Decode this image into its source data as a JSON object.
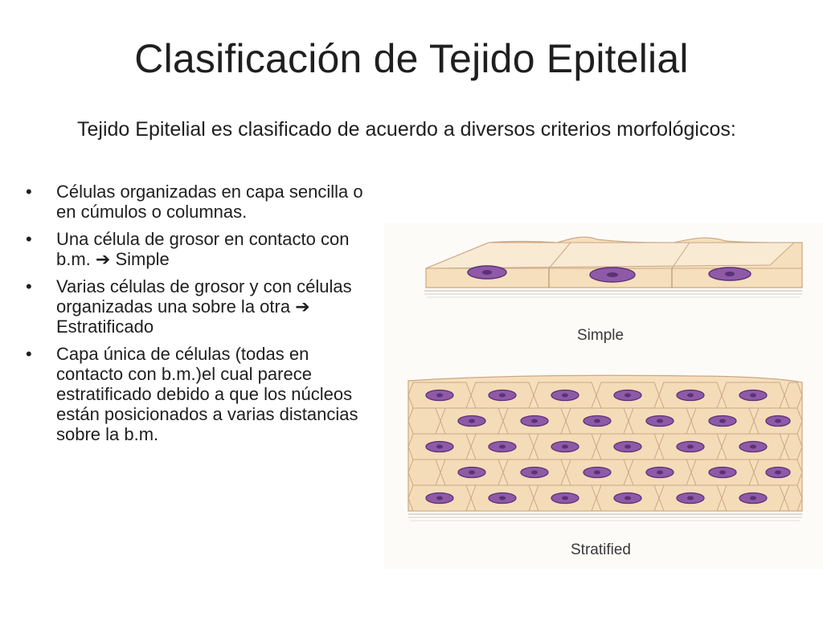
{
  "slide": {
    "title": "Clasificación de Tejido Epitelial",
    "intro": "Tejido Epitelial es clasificado de acuerdo a diversos criterios morfológicos:",
    "bullet_glyph": "•",
    "bullets": [
      {
        "text": "Células organizadas en capa sencilla o en cúmulos o columnas."
      },
      {
        "text": "Una célula de grosor en contacto con b.m. ",
        "arrow": "➔",
        "suffix": " Simple"
      },
      {
        "text": "Varias células de grosor y con células organizadas una sobre la otra ",
        "arrow": "➔",
        "suffix": " Estratificado"
      },
      {
        "text": "Capa única de células (todas en contacto con b.m.)el cual parece estratificado debido a que los núcleos están posicionados a varias distancias sobre la b.m."
      }
    ]
  },
  "figure": {
    "simple_label": "Simple",
    "stratified_label": "Stratified",
    "colors": {
      "cell": "#f5dcb8",
      "cell_edge": "#c9a883",
      "nucleus": "#8e5aa8",
      "nucleus_dark": "#5b3275",
      "membrane": "#d9d2cc"
    }
  }
}
